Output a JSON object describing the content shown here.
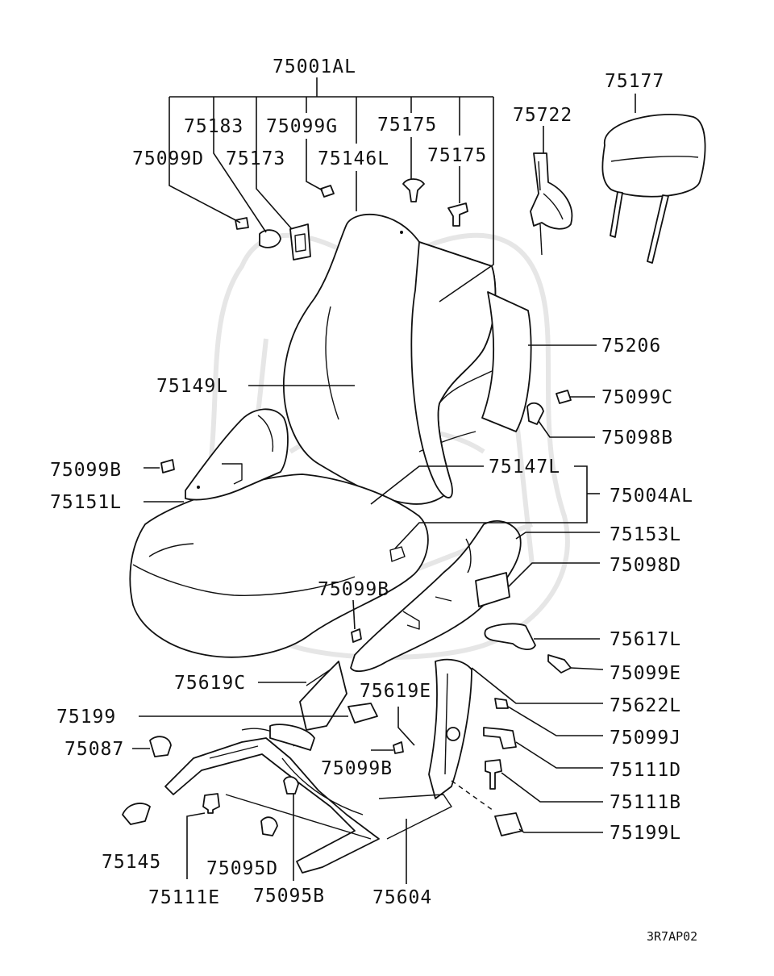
{
  "diagram_code": "3R7AP02",
  "labels": {
    "p75001AL": "75001AL",
    "p75177": "75177",
    "p75183": "75183",
    "p75099G": "75099G",
    "p75175a": "75175",
    "p75722": "75722",
    "p75099D": "75099D",
    "p75173": "75173",
    "p75146L": "75146L",
    "p75175b": "75175",
    "p75206": "75206",
    "p75149L": "75149L",
    "p75099C": "75099C",
    "p75098B": "75098B",
    "p75099Ba": "75099B",
    "p75147L": "75147L",
    "p75151L": "75151L",
    "p75004AL": "75004AL",
    "p75153L": "75153L",
    "p75098D": "75098D",
    "p75099Bb": "75099B",
    "p75617L": "75617L",
    "p75099E": "75099E",
    "p75619C": "75619C",
    "p75619E": "75619E",
    "p75622L": "75622L",
    "p75199": "75199",
    "p75099J": "75099J",
    "p75087": "75087",
    "p75111D": "75111D",
    "p75099Bc": "75099B",
    "p75111B": "75111B",
    "p75199L": "75199L",
    "p75145": "75145",
    "p75095D": "75095D",
    "p75111E": "75111E",
    "p75095B": "75095B",
    "p75604": "75604"
  }
}
